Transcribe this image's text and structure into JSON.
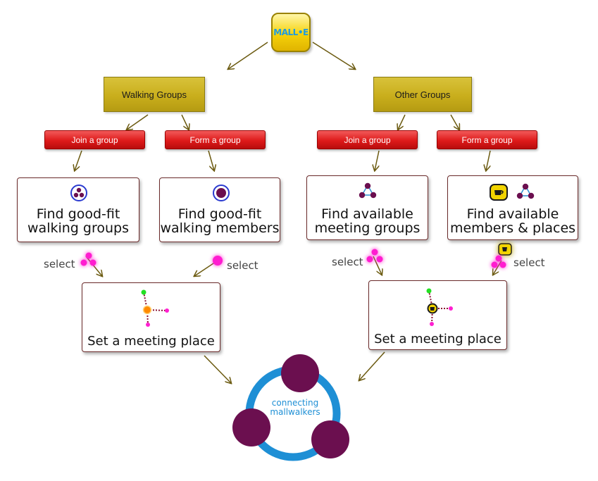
{
  "logo": {
    "text": "MALL•E"
  },
  "walking": {
    "title": "Walking Groups",
    "join_label": "Join a group",
    "form_label": "Form a group",
    "find_groups": {
      "line1": "Find good-fit",
      "line2": "walking groups"
    },
    "find_members": {
      "line1": "Find good-fit",
      "line2": "walking members"
    },
    "select_left": "select",
    "select_right": "select",
    "meeting": "Set a meeting place"
  },
  "other": {
    "title": "Other Groups",
    "join_label": "Join a group",
    "form_label": "Form a group",
    "find_groups": {
      "line1": "Find available",
      "line2": "meeting groups"
    },
    "find_members": {
      "line1": "Find available",
      "line2": "members & places"
    },
    "select_left": "select",
    "select_right": "select",
    "meeting": "Set a meeting place"
  },
  "footer": {
    "line1": "connecting",
    "line2": "mallwalkers"
  },
  "colors": {
    "olive": "#c9ae1c",
    "red": "#de1a1a",
    "purple": "#6b0f4f",
    "blue": "#1e8fd5",
    "magenta": "#ff1fd0",
    "arrow": "#6b5a10"
  }
}
